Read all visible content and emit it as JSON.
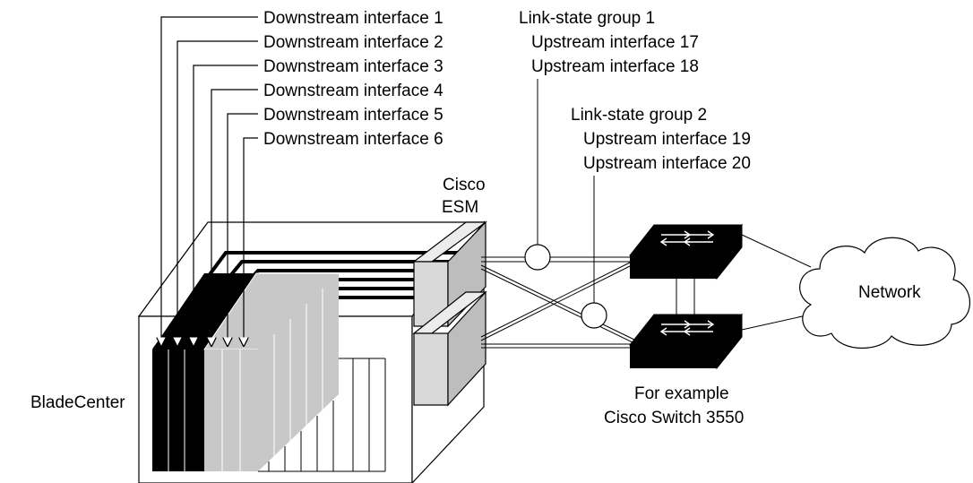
{
  "downstream_interfaces": [
    "Downstream interface 1",
    "Downstream interface 2",
    "Downstream interface 3",
    "Downstream interface 4",
    "Downstream interface 5",
    "Downstream interface 6"
  ],
  "link_state_group_1": {
    "title": "Link-state group 1",
    "members": [
      "Upstream interface 17",
      "Upstream interface 18"
    ]
  },
  "link_state_group_2": {
    "title": "Link-state group 2",
    "members": [
      "Upstream interface 19",
      "Upstream interface 20"
    ]
  },
  "esm_label": [
    "Cisco",
    "ESM"
  ],
  "network_label": "Network",
  "switch_caption": [
    "For example",
    "Cisco Switch 3550"
  ],
  "chassis_label": "BladeCenter",
  "colors": {
    "blade_black": "#000000",
    "blade_gray": "#c8c8c8",
    "esm_gray": "#d9d9d9",
    "line": "#000000",
    "background": "#ffffff"
  }
}
